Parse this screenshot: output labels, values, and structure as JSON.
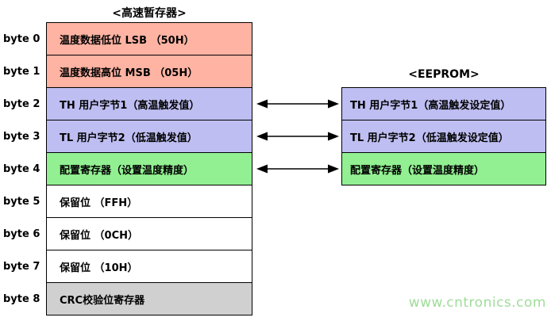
{
  "scratchpad": {
    "title": "<高速暂存器>",
    "rows": [
      {
        "byte": "byte 0",
        "text": "温度数据低位 LSB （50H）",
        "color": "#ffb3a3"
      },
      {
        "byte": "byte 1",
        "text": "温度数据高位 MSB （05H）",
        "color": "#ffb3a3"
      },
      {
        "byte": "byte 2",
        "text": "TH 用户字节1（高温触发值）",
        "color": "#bebef2"
      },
      {
        "byte": "byte 3",
        "text": "TL 用户字节2（低温触发值）",
        "color": "#bebef2"
      },
      {
        "byte": "byte 4",
        "text": "配置寄存器（设置温度精度）",
        "color": "#92f092"
      },
      {
        "byte": "byte 5",
        "text": "保留位 （FFH）",
        "color": "#ffffff"
      },
      {
        "byte": "byte 6",
        "text": "保留位 （0CH）",
        "color": "#ffffff"
      },
      {
        "byte": "byte 7",
        "text": "保留位 （10H）",
        "color": "#ffffff"
      },
      {
        "byte": "byte 8",
        "text": "CRC校验位寄存器",
        "color": "#d0d0d0"
      }
    ]
  },
  "eeprom": {
    "title": "<EEPROM>",
    "rows": [
      {
        "text": "TH 用户字节1（高温触发设定值）",
        "color": "#bebef2"
      },
      {
        "text": "TL 用户字节2（低温触发设定值）",
        "color": "#bebef2"
      },
      {
        "text": "配置寄存器（设置温度精度）",
        "color": "#92f092"
      }
    ]
  },
  "watermark": "www.cntronics.com",
  "colors": {
    "pink": "#ffb3a3",
    "lavender": "#bebef2",
    "green": "#92f092",
    "gray": "#d0d0d0",
    "white": "#ffffff",
    "watermark_green": "#9fdd9a",
    "border": "#000000"
  }
}
